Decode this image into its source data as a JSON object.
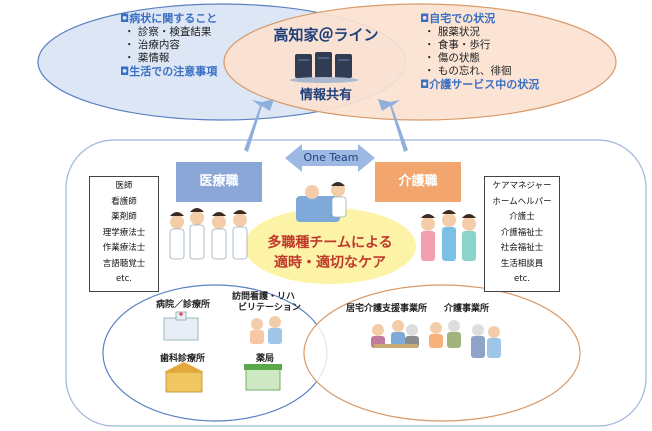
{
  "top_left_bubble": {
    "heading1": "◘病状に関すること",
    "items": [
      "・ 診察・検査結果",
      "・ 治療内容",
      "・ 薬情報"
    ],
    "heading2": "◘生活での注意事項"
  },
  "top_right_bubble": {
    "heading1": "◘自宅での状況",
    "items": [
      "・ 服薬状況",
      "・ 食事・歩行",
      "・ 傷の状態",
      "・ もの忘れ、徘徊"
    ],
    "heading2": "◘介護サービス中の状況"
  },
  "center_top": {
    "title": "高知家＠ライン",
    "subtitle": "情報共有"
  },
  "one_team": "One Team",
  "medical": {
    "label": "医療職",
    "roles": [
      "医師",
      "看護師",
      "薬剤師",
      "理学療法士",
      "作業療法士",
      "言語聴覚士",
      "etc."
    ]
  },
  "care": {
    "label": "介護職",
    "roles": [
      "ケアマネジャー",
      "ホームヘルパー",
      "介護士",
      "介護福祉士",
      "社会福祉士",
      "生活相談員",
      "etc."
    ]
  },
  "center_message": {
    "line1": "多職種チームによる",
    "line2": "適時・適切なケア"
  },
  "facilities_left": [
    "病院／診療所",
    "訪問看護・リハ",
    "ビリテーション",
    "歯科診療所",
    "薬局"
  ],
  "facilities_right": [
    "居宅介護支援事業所",
    "介護事業所"
  ],
  "colors": {
    "blue_ellipse": "#dde6f5",
    "orange_ellipse": "#fbe2d0",
    "medical_box": "#8aa7d8",
    "care_box": "#f3a56e",
    "center_glow": "#fdf3a6",
    "arrow": "#8fb0dd"
  }
}
